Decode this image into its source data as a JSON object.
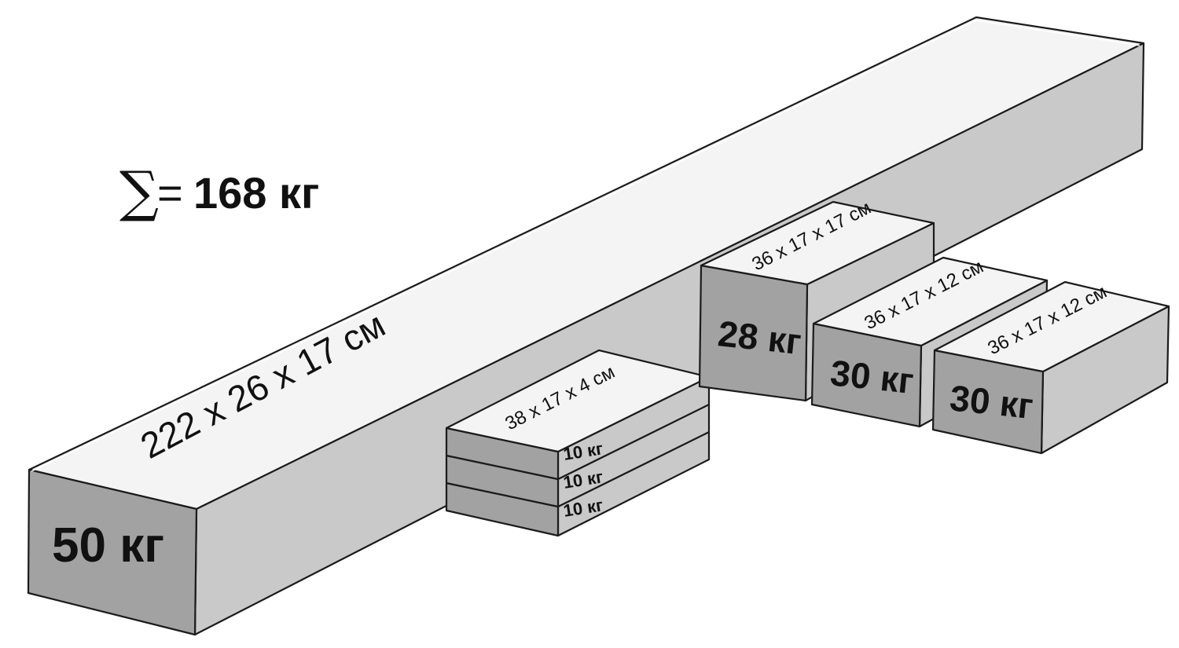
{
  "summary": {
    "symbol": "∑",
    "equals": "=",
    "total": "168 кг"
  },
  "blocks": {
    "long_bar": {
      "dims": "222 x 26 x 17 см",
      "weight": "50 кг"
    },
    "thin_plate": {
      "dims": "38 x 17 x 4 см",
      "weights": [
        "10 кг",
        "10 кг",
        "10 кг"
      ]
    },
    "tall_box": {
      "dims": "36 x 17 x 17 см",
      "weight": "28 кг"
    },
    "box_mid": {
      "dims": "36 x 17 x 12 см",
      "weight": "30 кг"
    },
    "box_right": {
      "dims": "36 x 17 x 12 см",
      "weight": "30 кг"
    }
  },
  "colors": {
    "top": "#f4f4f4",
    "side": "#c9c9c9",
    "front": "#a2a2a2",
    "edge": "#1b1b1b"
  }
}
